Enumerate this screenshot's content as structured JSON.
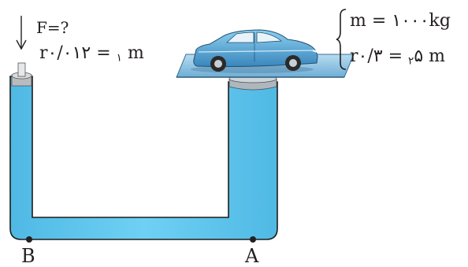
{
  "labels": {
    "force": "F=?",
    "r1_symbol": "r",
    "r1_sub": "١",
    "r1_value": " = ٠/٠١٢ m",
    "mass": "m = ١٠٠٠kg",
    "r2_symbol": "r",
    "r2_sub": "٢",
    "r2_value": " = ٠/٣۵ m",
    "point_b": "B",
    "point_a": "A"
  },
  "colors": {
    "liquid": "#5fc8ef",
    "tube_outline": "#1d1d1b",
    "platform": "#8fc4e3",
    "car_body": "#5aa7d6",
    "piston": "#b9bcbf"
  },
  "icons": {
    "car": "sedan-car-illustration",
    "force_arrow": "down-arrow"
  }
}
